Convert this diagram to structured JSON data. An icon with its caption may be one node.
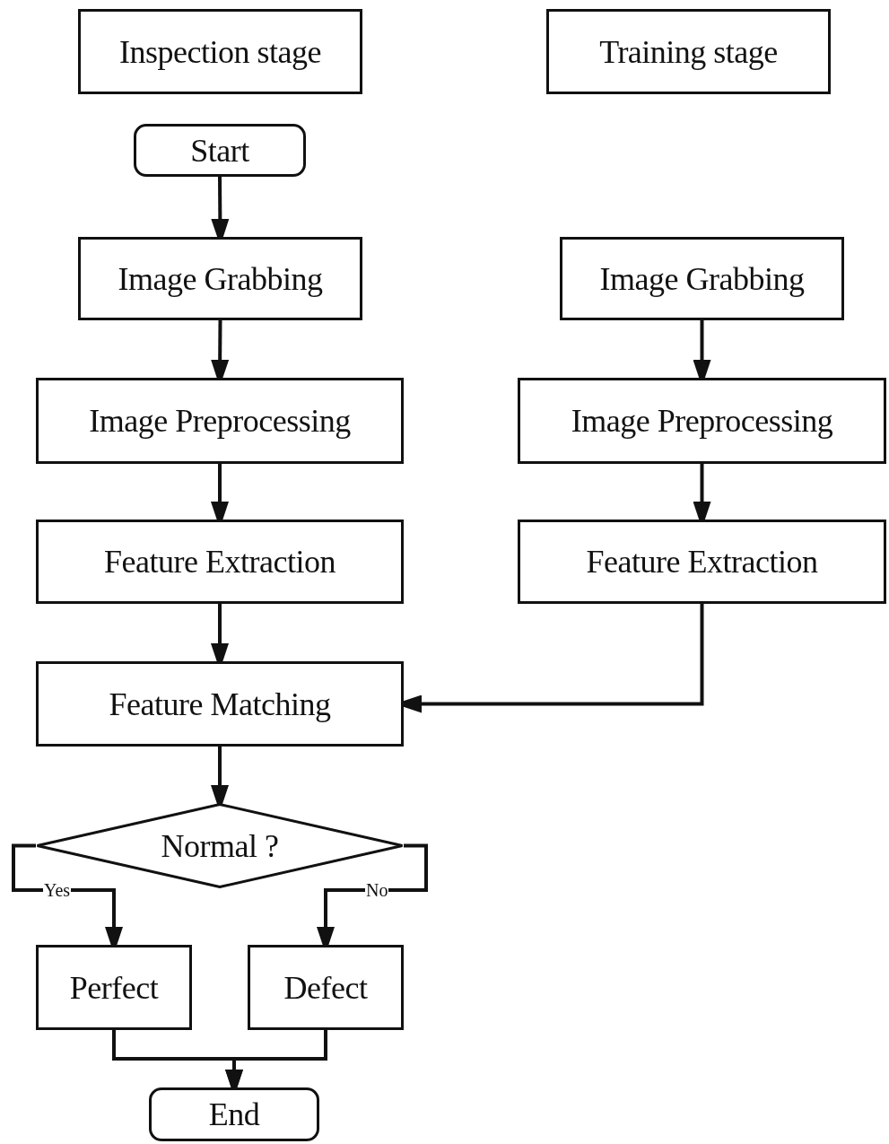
{
  "diagram": {
    "nodes": [
      {
        "text": [
          "Inspection stage"
        ]
      },
      {
        "text": [
          "Training stage"
        ]
      },
      {
        "text": [
          "Start"
        ]
      },
      {
        "text": [
          "Image Grabbing"
        ]
      },
      {
        "text": [
          "Image Preprocessing"
        ]
      },
      {
        "text": [
          "Feature Extraction"
        ]
      },
      {
        "text": [
          "Feature Matching"
        ]
      },
      {
        "text": [
          "Normal ?"
        ]
      },
      {
        "text": [
          "Perfect"
        ]
      },
      {
        "text": [
          "Defect"
        ]
      },
      {
        "text": [
          "End"
        ]
      },
      {
        "text": [
          "Image Grabbing"
        ]
      },
      {
        "text": [
          "Image Preprocessing"
        ]
      },
      {
        "text": [
          "Feature Extraction"
        ]
      }
    ],
    "edges": [
      {
        "from": 2,
        "to": 3,
        "arrow": "to"
      },
      {
        "from": 3,
        "to": 4,
        "arrow": "to"
      },
      {
        "from": 4,
        "to": 5,
        "arrow": "to"
      },
      {
        "from": 5,
        "to": 6,
        "arrow": "to"
      },
      {
        "from": 6,
        "to": 7,
        "arrow": "to"
      },
      {
        "from": 7,
        "to": 8,
        "arrow": "to",
        "label": "Yes"
      },
      {
        "from": 7,
        "to": 9,
        "arrow": "to",
        "label": "No"
      },
      {
        "from": 8,
        "to": 10,
        "arrow": "to"
      },
      {
        "from": 9,
        "to": 10,
        "arrow": "to"
      },
      {
        "from": 11,
        "to": 12,
        "arrow": "to"
      },
      {
        "from": 12,
        "to": 13,
        "arrow": "to"
      },
      {
        "from": 13,
        "to": 6,
        "arrow": "to"
      }
    ]
  }
}
